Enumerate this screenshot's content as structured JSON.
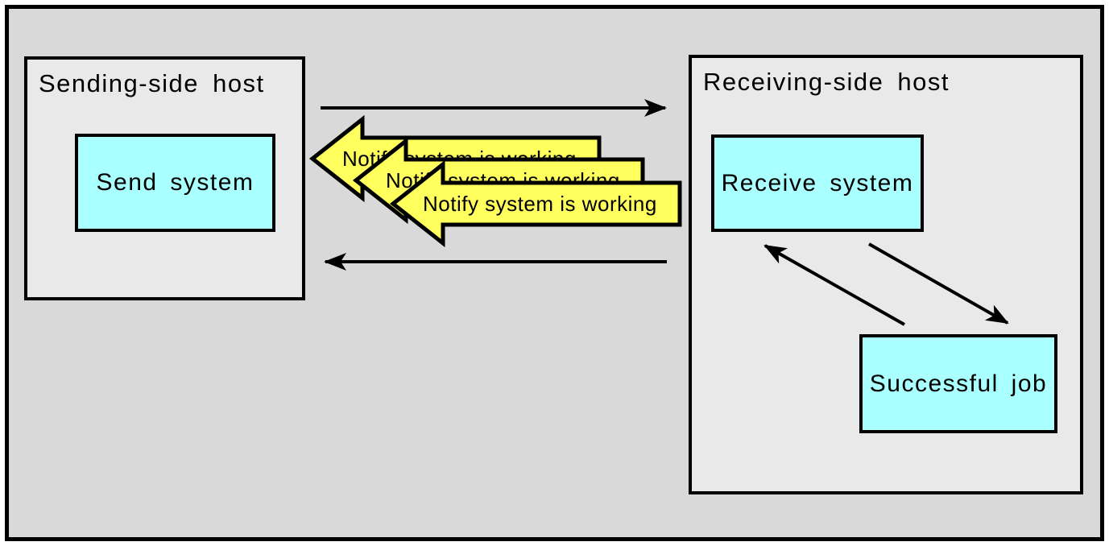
{
  "hosts": {
    "sending": {
      "label": "Sending-side host"
    },
    "receiving": {
      "label": "Receiving-side host"
    }
  },
  "systems": {
    "send": {
      "label": "Send system"
    },
    "receive": {
      "label": "Receive system"
    },
    "successful_job": {
      "label": "Successful job"
    }
  },
  "notify_messages": [
    {
      "label": "Notify system is working"
    },
    {
      "label": "Notify system is working"
    },
    {
      "label": "Notify system is working"
    }
  ],
  "colors": {
    "page_background": "#ffffff",
    "frame_background": "#d9d9d9",
    "host_fill": "#e9e9e9",
    "system_fill": "#aaffff",
    "notify_fill": "#ffff5e",
    "line": "#000000"
  }
}
